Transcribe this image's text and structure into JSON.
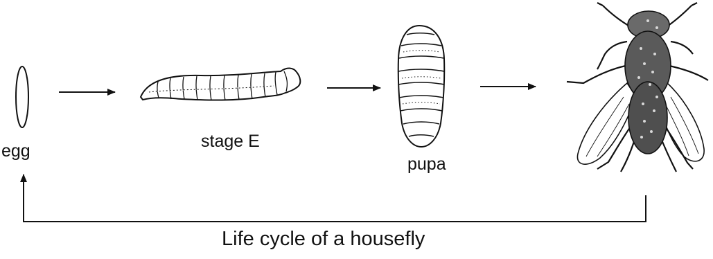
{
  "labels": {
    "egg": "egg",
    "stage_e": "stage E",
    "pupa": "pupa",
    "caption": "Life cycle of a housefly"
  },
  "colors": {
    "ink": "#111111",
    "background": "#ffffff",
    "fly_body": "#555555"
  },
  "stages": [
    "egg",
    "stage E",
    "pupa",
    "adult housefly"
  ]
}
